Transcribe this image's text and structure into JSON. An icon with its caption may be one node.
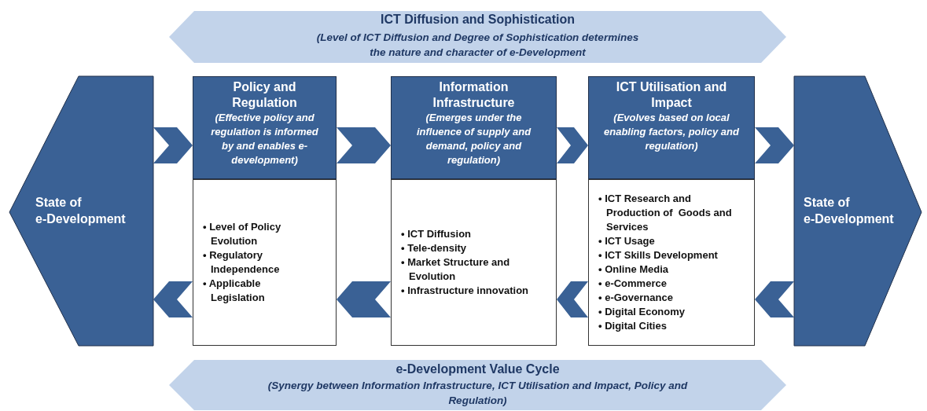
{
  "diagram": {
    "nodes": [
      {
        "text": [
          "ICT Diffusion and Sophistication",
          "(Level of ICT Diffusion and Degree of Sophistication determines the nature and character of e-Development"
        ]
      },
      {
        "text": [
          "State of e-Development"
        ]
      },
      {
        "text": [
          "Policy and Regulation",
          "(Effective policy and regulation is informed by and enables e-development)"
        ]
      },
      {
        "text": [
          "• Level of Policy Evolution",
          "• Regulatory Independence",
          "• Applicable Legislation"
        ]
      },
      {
        "text": [
          "Information Infrastructure",
          "(Emerges under the influence of supply and demand, policy and regulation)"
        ]
      },
      {
        "text": [
          "• ICT Diffusion",
          "• Tele-density",
          "• Market Structure and Evolution",
          "• Infrastructure innovation"
        ]
      },
      {
        "text": [
          "ICT Utilisation and Impact",
          "(Evolves based on local enabling factors, policy and regulation)"
        ]
      },
      {
        "text": [
          "• ICT Research and Production of  Goods and Services",
          "• ICT Usage",
          "• ICT Skills Development",
          "• Online Media",
          "• e-Commerce",
          "• e-Governance",
          "• Digital Economy",
          "• Digital Cities"
        ]
      },
      {
        "text": [
          "State of e-Development"
        ]
      },
      {
        "text": [
          "e-Development Value Cycle",
          "(Synergy between Information Infrastructure, ICT Utilisation and Impact, Policy and Regulation)"
        ]
      }
    ],
    "edges": [
      {
        "from": 1,
        "to": 2,
        "arrow": "to"
      },
      {
        "from": 2,
        "to": 4,
        "arrow": "to"
      },
      {
        "from": 4,
        "to": 6,
        "arrow": "to"
      },
      {
        "from": 6,
        "to": 8,
        "arrow": "to"
      },
      {
        "from": 3,
        "to": 1,
        "arrow": "to"
      },
      {
        "from": 5,
        "to": 3,
        "arrow": "to"
      },
      {
        "from": 7,
        "to": 5,
        "arrow": "to"
      },
      {
        "from": 8,
        "to": 7,
        "arrow": "to"
      }
    ]
  }
}
